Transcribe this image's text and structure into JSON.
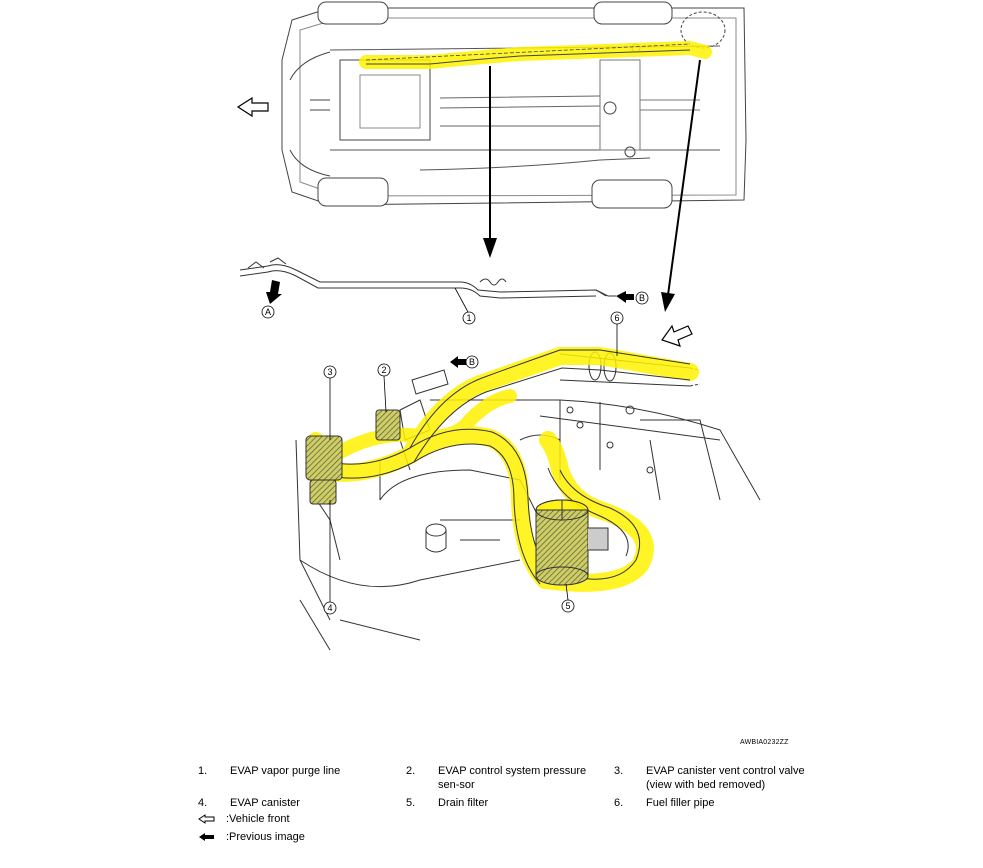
{
  "callouts": {
    "c1": "1",
    "c2": "2",
    "c3": "3",
    "c4": "4",
    "c5": "5",
    "c6": "6",
    "cA": "A",
    "cB1": "B",
    "cB2": "B"
  },
  "figure_code": "AWBIA0232ZZ",
  "legend": {
    "items": [
      {
        "num": "1.",
        "text": "EVAP vapor purge line"
      },
      {
        "num": "2.",
        "text": "EVAP control system pressure sen-sor"
      },
      {
        "num": "3.",
        "text": "EVAP canister vent control valve (view with bed removed)"
      },
      {
        "num": "4.",
        "text": "EVAP canister"
      },
      {
        "num": "5.",
        "text": "Drain filter"
      },
      {
        "num": "6.",
        "text": "Fuel filler pipe"
      }
    ],
    "vehicle_front": ":Vehicle front",
    "previous_image": ":Previous image"
  },
  "colors": {
    "highlight": "#fff200",
    "line": "#222222"
  },
  "icons": {
    "vehicle_front": "hollow-arrow-left-icon",
    "previous_image": "solid-arrow-left-icon"
  }
}
